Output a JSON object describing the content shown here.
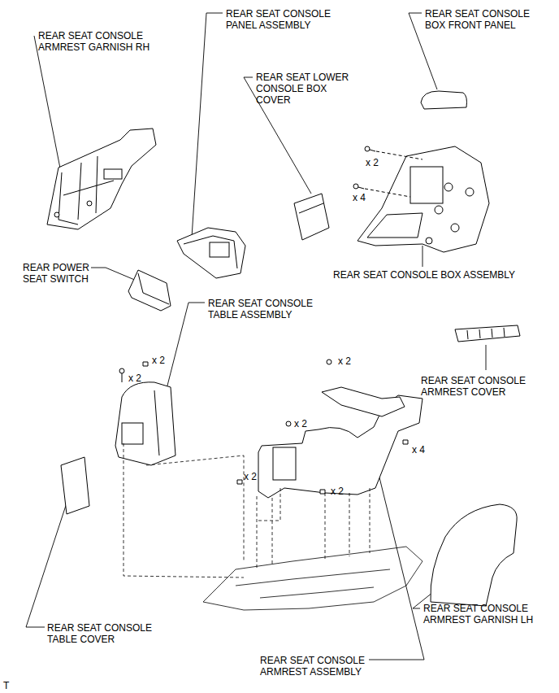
{
  "diagram": {
    "labels": [
      "REAR SEAT CONSOLE ARMREST GARNISH RH",
      "REAR SEAT CONSOLE PANEL ASSEMBLY",
      "REAR SEAT CONSOLE BOX FRONT PANEL",
      "REAR SEAT LOWER CONSOLE BOX COVER",
      "x 2",
      "x 4",
      "REAR SEAT CONSOLE BOX ASSEMBLY",
      "REAR POWER SEAT SWITCH",
      "REAR SEAT CONSOLE TABLE ASSEMBLY",
      "x 2",
      "x 2",
      "x 2",
      "REAR SEAT CONSOLE ARMREST COVER",
      "x 2",
      "x 4",
      "x 2",
      "x 2",
      "REAR SEAT CONSOLE TABLE COVER",
      "REAR SEAT CONSOLE ARMREST GARNISH LH",
      "REAR SEAT CONSOLE ARMREST ASSEMBLY",
      "T"
    ]
  }
}
